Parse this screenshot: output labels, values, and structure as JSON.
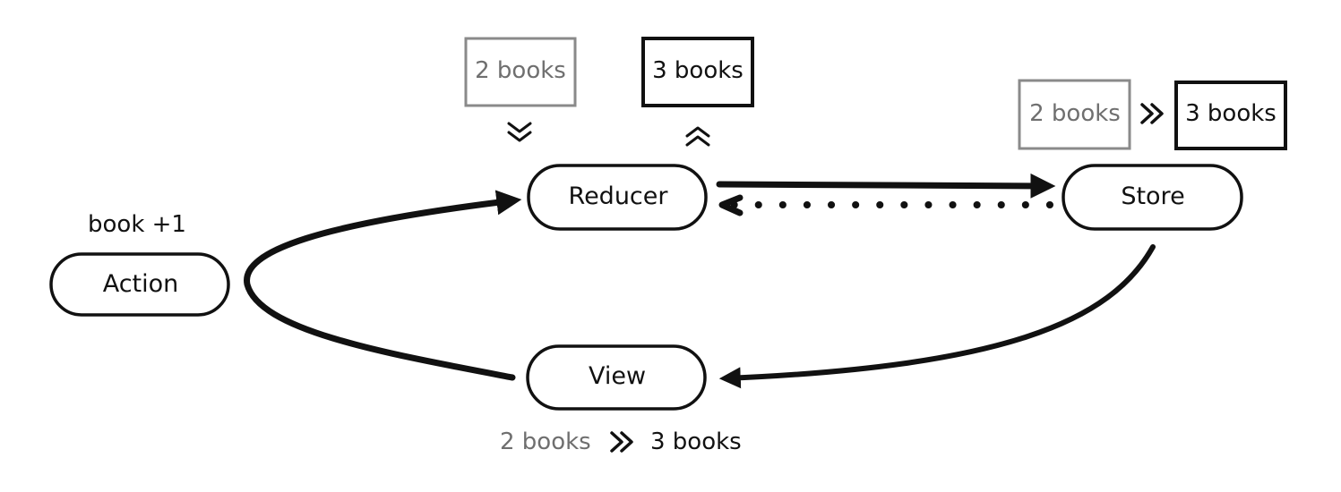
{
  "nodes": {
    "action": {
      "label": "Action"
    },
    "reducer": {
      "label": "Reducer"
    },
    "store": {
      "label": "Store"
    },
    "view": {
      "label": "View"
    }
  },
  "action_note": "book +1",
  "reducer_state": {
    "input": "2 books",
    "output": "3 books"
  },
  "store_state": {
    "before": "2 books",
    "after": "3 books"
  },
  "view_state": {
    "before": "2 books",
    "after": "3 books"
  },
  "glyphs": {
    "down": "⌄⌄",
    "up": "⌃⌃",
    "forward": "»"
  },
  "colors": {
    "ink": "#111111",
    "muted": "#6f6f6f"
  },
  "icons": {
    "down": "double-chevron-down-icon",
    "up": "double-chevron-up-icon",
    "forward": "double-chevron-right-icon"
  }
}
